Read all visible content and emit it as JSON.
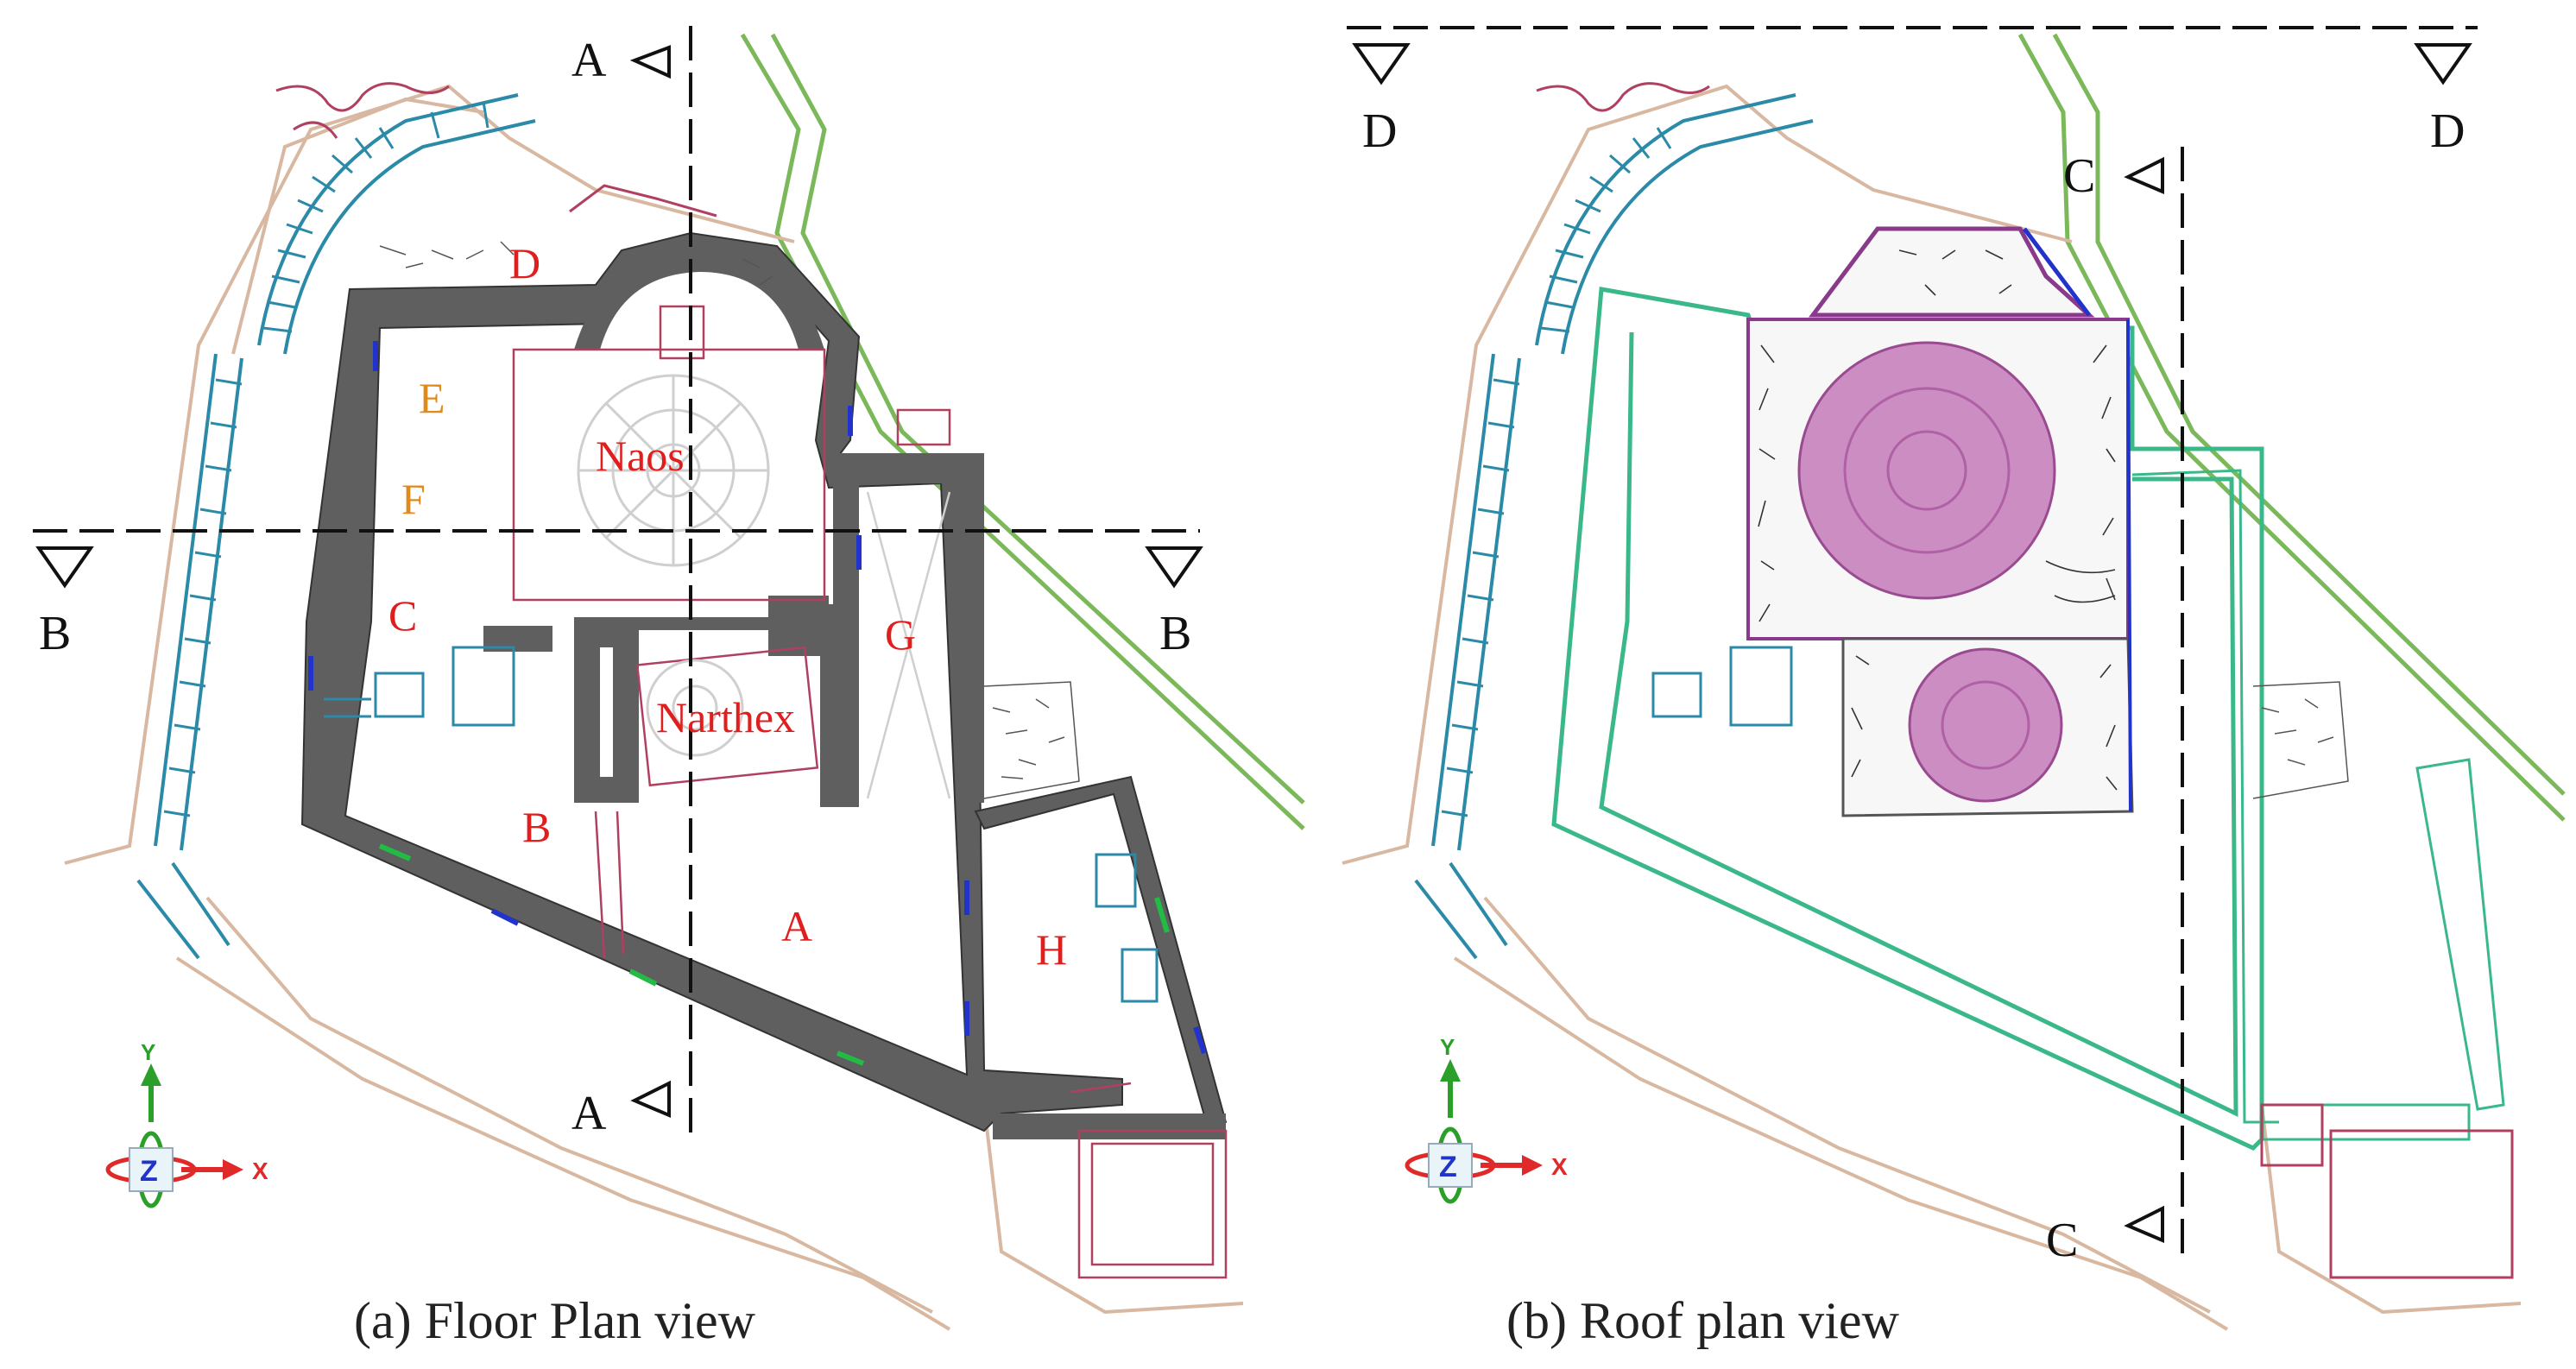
{
  "captions": {
    "floor": "(a) Floor Plan view",
    "roof": "(b) Roof plan view"
  },
  "sections": {
    "a": "A",
    "b": "B",
    "c": "C",
    "d": "D"
  },
  "rooms": {
    "naos": "Naos",
    "narthex": "Narthex",
    "a": "A",
    "b": "B",
    "c": "C",
    "d": "D",
    "e": "E",
    "f": "F",
    "g": "G",
    "h": "H"
  },
  "axes": {
    "x": "X",
    "y": "Y",
    "z": "Z"
  },
  "colors": {
    "wall": "#5f5f5f",
    "room_label": "#e01e1e",
    "room_label_alt": "#e08a1e",
    "dome": "#c37ab8",
    "terrain": "#d8b8a0",
    "road": "#7ab85a",
    "stairs": "#2a8aa8",
    "roof_outline": "#3ab88a"
  }
}
